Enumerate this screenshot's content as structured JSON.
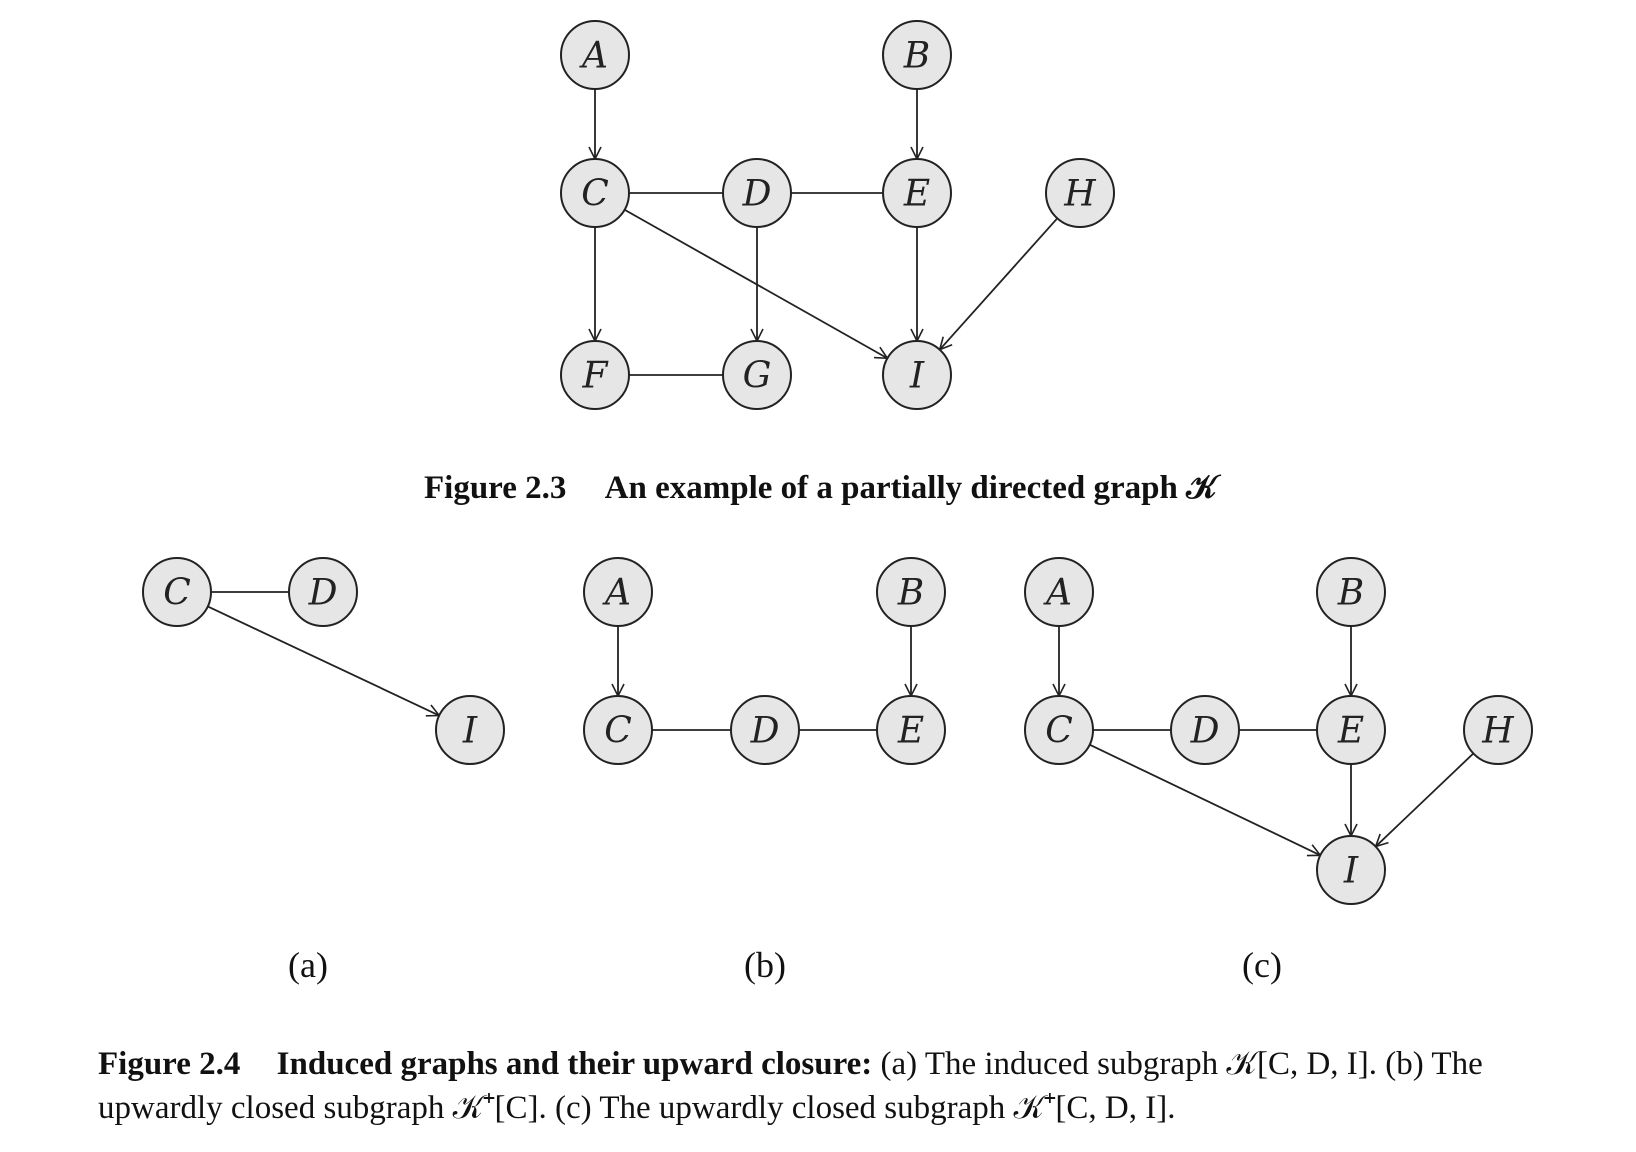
{
  "figure_2_3": {
    "caption_number": "Figure 2.3",
    "caption_text": "An example of a partially directed graph 𝒦",
    "nodes": [
      "A",
      "B",
      "C",
      "D",
      "E",
      "H",
      "F",
      "G",
      "I"
    ],
    "edges": [
      {
        "from": "A",
        "to": "C",
        "directed": true
      },
      {
        "from": "B",
        "to": "E",
        "directed": true
      },
      {
        "from": "C",
        "to": "D",
        "directed": false
      },
      {
        "from": "D",
        "to": "E",
        "directed": false
      },
      {
        "from": "C",
        "to": "F",
        "directed": true
      },
      {
        "from": "D",
        "to": "G",
        "directed": true
      },
      {
        "from": "C",
        "to": "I",
        "directed": true
      },
      {
        "from": "E",
        "to": "I",
        "directed": true
      },
      {
        "from": "H",
        "to": "I",
        "directed": true
      },
      {
        "from": "F",
        "to": "G",
        "directed": false
      }
    ]
  },
  "figure_2_4": {
    "panels": [
      {
        "label": "(a)",
        "nodes": [
          "C",
          "D",
          "I"
        ],
        "edges": [
          {
            "from": "C",
            "to": "D",
            "directed": false
          },
          {
            "from": "C",
            "to": "I",
            "directed": true
          }
        ]
      },
      {
        "label": "(b)",
        "nodes": [
          "A",
          "B",
          "C",
          "D",
          "E"
        ],
        "edges": [
          {
            "from": "A",
            "to": "C",
            "directed": true
          },
          {
            "from": "B",
            "to": "E",
            "directed": true
          },
          {
            "from": "C",
            "to": "D",
            "directed": false
          },
          {
            "from": "D",
            "to": "E",
            "directed": false
          }
        ]
      },
      {
        "label": "(c)",
        "nodes": [
          "A",
          "B",
          "C",
          "D",
          "E",
          "H",
          "I"
        ],
        "edges": [
          {
            "from": "A",
            "to": "C",
            "directed": true
          },
          {
            "from": "B",
            "to": "E",
            "directed": true
          },
          {
            "from": "C",
            "to": "D",
            "directed": false
          },
          {
            "from": "D",
            "to": "E",
            "directed": false
          },
          {
            "from": "E",
            "to": "I",
            "directed": true
          },
          {
            "from": "H",
            "to": "I",
            "directed": true
          },
          {
            "from": "C",
            "to": "I",
            "directed": true
          }
        ]
      }
    ],
    "caption_number": "Figure 2.4",
    "caption_title": "Induced graphs and their upward closure:",
    "caption_line1": "(a) The induced subgraph 𝒦[C, D, I]. (b) The",
    "caption_line2": "upwardly closed subgraph 𝒦⁺[C]. (c) The upwardly closed subgraph 𝒦⁺[C, D, I]."
  }
}
